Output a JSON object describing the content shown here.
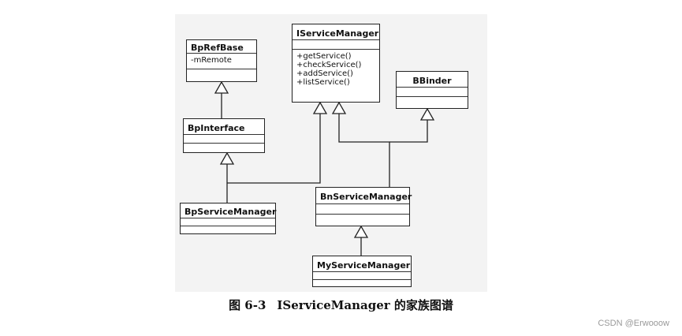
{
  "diagram": {
    "classes": [
      {
        "id": "bprefbase",
        "name": "BpRefBase",
        "members": [
          "-mRemote"
        ]
      },
      {
        "id": "iservicemanager",
        "name": "IServiceManager",
        "members": [
          "+getService()",
          "+checkService()",
          "+addService()",
          "+listService()"
        ]
      },
      {
        "id": "bbinder",
        "name": "BBinder",
        "members": []
      },
      {
        "id": "bpinterface",
        "name": "BpInterface",
        "members": []
      },
      {
        "id": "bnservicemanager",
        "name": "BnServiceManager",
        "members": []
      },
      {
        "id": "bpservicemanager",
        "name": "BpServiceManager",
        "members": []
      },
      {
        "id": "myservicemanager",
        "name": "MyServiceManager",
        "members": []
      }
    ],
    "inheritance": [
      {
        "from": "BpInterface",
        "to": "BpRefBase"
      },
      {
        "from": "BpServiceManager",
        "to": "BpInterface"
      },
      {
        "from": "BpServiceManager",
        "to": "IServiceManager"
      },
      {
        "from": "BnServiceManager",
        "to": "IServiceManager"
      },
      {
        "from": "BnServiceManager",
        "to": "BBinder"
      },
      {
        "from": "MyServiceManager",
        "to": "BnServiceManager"
      }
    ]
  },
  "caption": {
    "figure_number": "图 6-3",
    "title": "IServiceManager 的家族图谱"
  },
  "watermark": "CSDN @Erwooow"
}
